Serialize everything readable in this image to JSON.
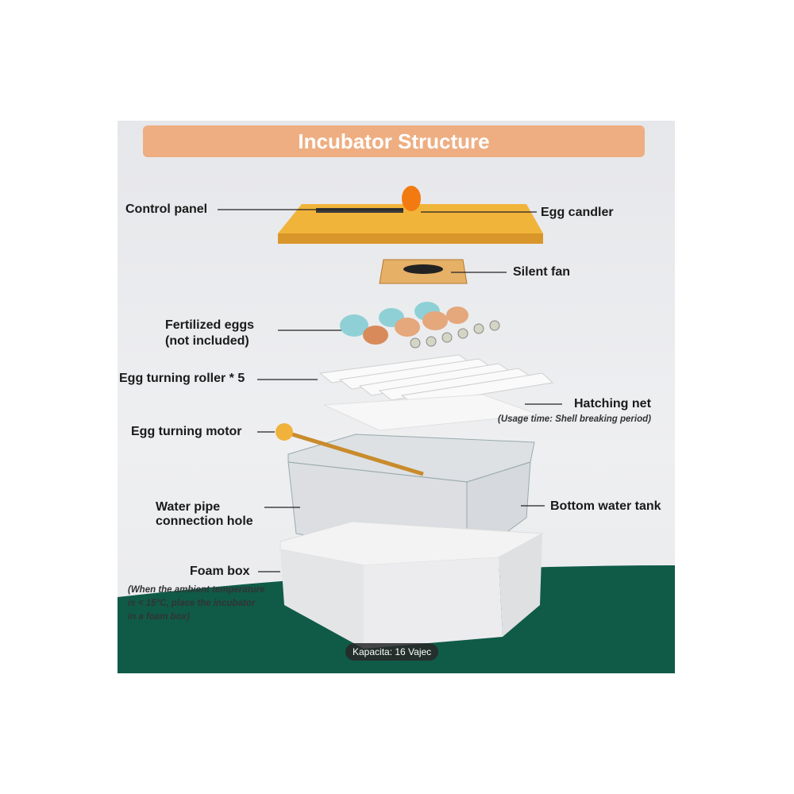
{
  "title": "Incubator Structure",
  "labels": {
    "control_panel": "Control panel",
    "egg_candler": "Egg candler",
    "silent_fan": "Silent fan",
    "fertilized_eggs_1": "Fertilized eggs",
    "fertilized_eggs_2": "(not included)",
    "egg_turning_roller": "Egg turning roller * 5",
    "hatching_net": "Hatching net",
    "hatching_net_note": "(Usage time: Shell breaking period)",
    "egg_turning_motor": "Egg turning motor",
    "water_pipe_1": "Water pipe",
    "water_pipe_2": "connection hole",
    "bottom_water_tank": "Bottom water tank",
    "foam_box": "Foam box",
    "foam_note_1": "(When the ambient temperature",
    "foam_note_2": "is < 15°C, place the incubator",
    "foam_note_3": "in a foam box)"
  },
  "badge": "Kapacita: 16 Vajec",
  "colors": {
    "title_bg": "#eeae82",
    "lid": "#f1b43a",
    "band": "#0f5b48"
  }
}
